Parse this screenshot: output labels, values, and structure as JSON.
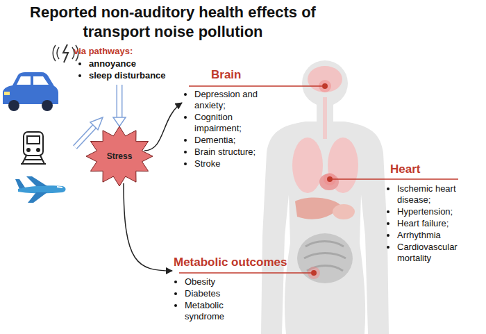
{
  "diagram": {
    "title": "Reported non-auditory health effects of transport noise pollution",
    "nodes": [
      {
        "text": [
          "via pathways:",
          "annoyance",
          "sleep disturbance"
        ]
      },
      {
        "text": [
          "Stress"
        ]
      },
      {
        "text": [
          "Brain",
          "Depression and anxiety;",
          "Cognition impairment;",
          "Dementia;",
          "Brain structure;",
          "Stroke"
        ]
      },
      {
        "text": [
          "Metabolic outcomes",
          "Obesity",
          "Diabetes",
          "Metabolic syndrome"
        ]
      },
      {
        "text": [
          "Heart",
          "Ischemic heart disease;",
          "Hypertension;",
          "Heart failure;",
          "Arrhythmia",
          "Cardiovascular mortality"
        ]
      }
    ],
    "edges": [
      {
        "from": 0,
        "to": 1,
        "arrow": "to"
      },
      {
        "from": 1,
        "to": 2,
        "arrow": "to"
      },
      {
        "from": 1,
        "to": 3,
        "arrow": "to"
      }
    ]
  }
}
